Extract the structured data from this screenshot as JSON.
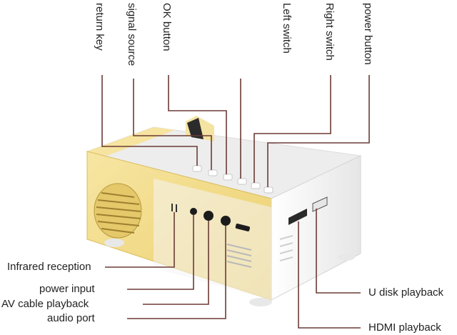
{
  "labels": {
    "return_key": "return key",
    "signal_source": "signal source",
    "ok_button": "OK button",
    "left_switch": "Left switch",
    "right_switch": "Right switch",
    "power_button": "power button",
    "infrared_reception": "Infrared reception",
    "power_input": "power input",
    "av_cable_playback": "AV cable playback",
    "audio_port": "audio port",
    "u_disk_playback": "U disk playback",
    "hdmi_playback": "HDMI playback"
  },
  "colors": {
    "leader_line": "#6b3b36",
    "body_white": "#f4f4f4",
    "body_yellow": "#f3dc8a"
  }
}
